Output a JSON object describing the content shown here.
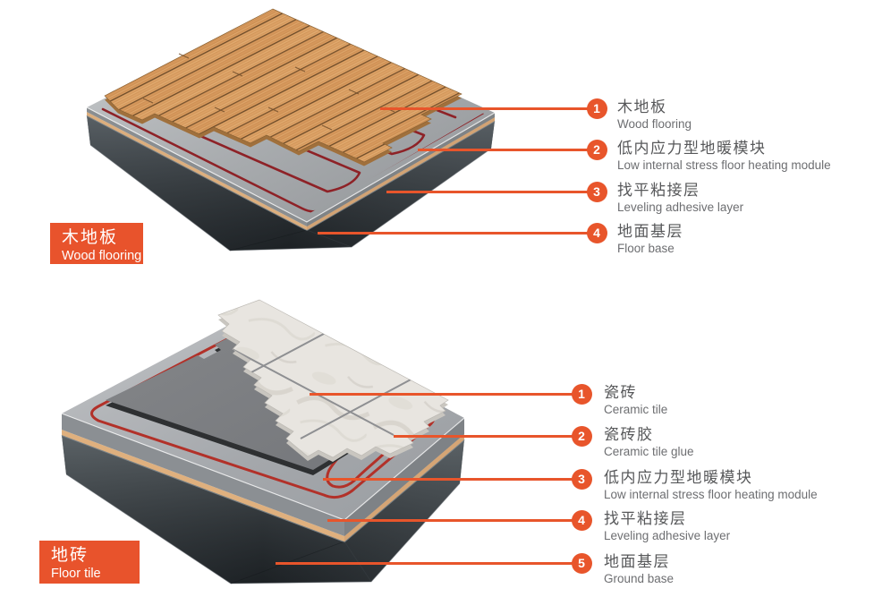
{
  "accent_color": "#E8552B",
  "label_box_color": "#E8532C",
  "sections": [
    {
      "id": "wood-flooring",
      "label": {
        "zh": "木地板",
        "en": "Wood flooring"
      },
      "callouts": [
        {
          "num": "1",
          "zh": "木地板",
          "en": "Wood flooring"
        },
        {
          "num": "2",
          "zh": "低内应力型地暖模块",
          "en": "Low internal stress floor heating module"
        },
        {
          "num": "3",
          "zh": "找平粘接层",
          "en": "Leveling adhesive layer"
        },
        {
          "num": "4",
          "zh": "地面基层",
          "en": "Floor base"
        }
      ]
    },
    {
      "id": "floor-tile",
      "label": {
        "zh": "地砖",
        "en": "Floor tile"
      },
      "callouts": [
        {
          "num": "1",
          "zh": "瓷砖",
          "en": "Ceramic tile"
        },
        {
          "num": "2",
          "zh": "瓷砖胶",
          "en": "Ceramic tile glue"
        },
        {
          "num": "3",
          "zh": "低内应力型地暖模块",
          "en": "Low internal stress floor heating module"
        },
        {
          "num": "4",
          "zh": "找平粘接层",
          "en": "Leveling adhesive layer"
        },
        {
          "num": "5",
          "zh": "地面基层",
          "en": "Ground base"
        }
      ]
    }
  ]
}
